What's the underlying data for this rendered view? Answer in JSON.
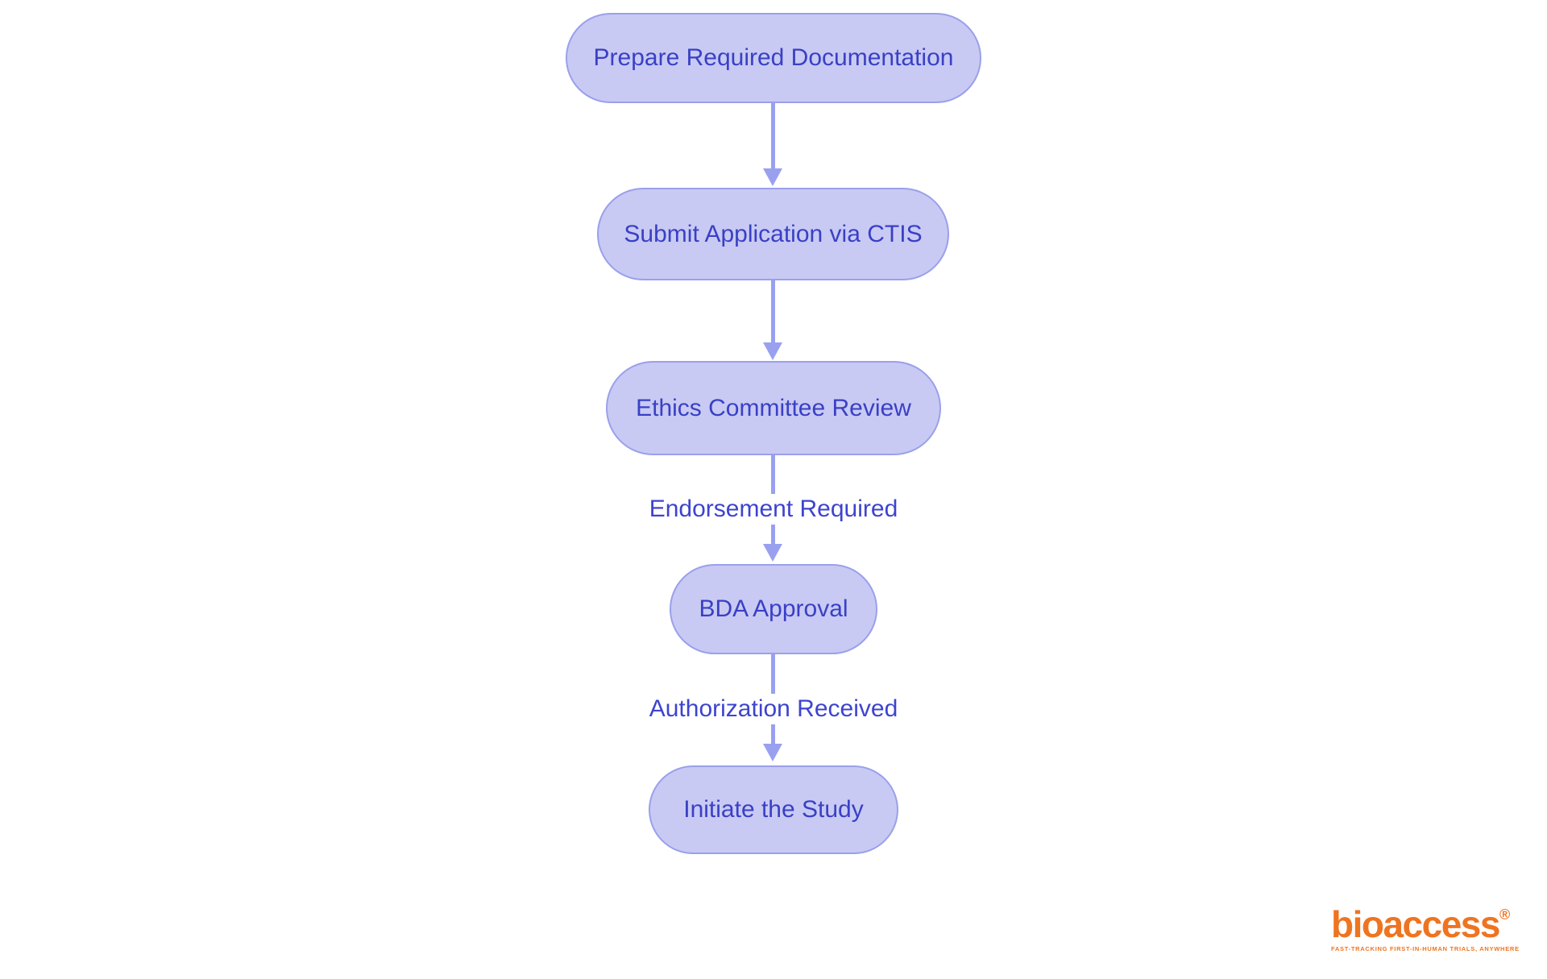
{
  "diagram": {
    "type": "flowchart",
    "direction": "top-down",
    "nodes": [
      {
        "id": "prepare",
        "label": "Prepare Required Documentation"
      },
      {
        "id": "submit",
        "label": "Submit Application via CTIS"
      },
      {
        "id": "ethics",
        "label": "Ethics Committee Review"
      },
      {
        "id": "bda",
        "label": "BDA Approval"
      },
      {
        "id": "initiate",
        "label": "Initiate the Study"
      }
    ],
    "edges": [
      {
        "from": "prepare",
        "to": "submit",
        "label": ""
      },
      {
        "from": "submit",
        "to": "ethics",
        "label": ""
      },
      {
        "from": "ethics",
        "to": "bda",
        "label": "Endorsement Required"
      },
      {
        "from": "bda",
        "to": "initiate",
        "label": "Authorization Received"
      }
    ],
    "colors": {
      "node_fill": "#c8caf4",
      "node_border": "#9aa0ea",
      "node_text": "#3a40c4",
      "arrow": "#9aa0f0",
      "edge_label_text": "#3d44cf",
      "background": "#ffffff"
    }
  },
  "branding": {
    "logo_text": "bioaccess",
    "registered_mark": "®",
    "tagline": "FAST-TRACKING FIRST-IN-HUMAN TRIALS, ANYWHERE",
    "logo_color": "#ef7420"
  }
}
